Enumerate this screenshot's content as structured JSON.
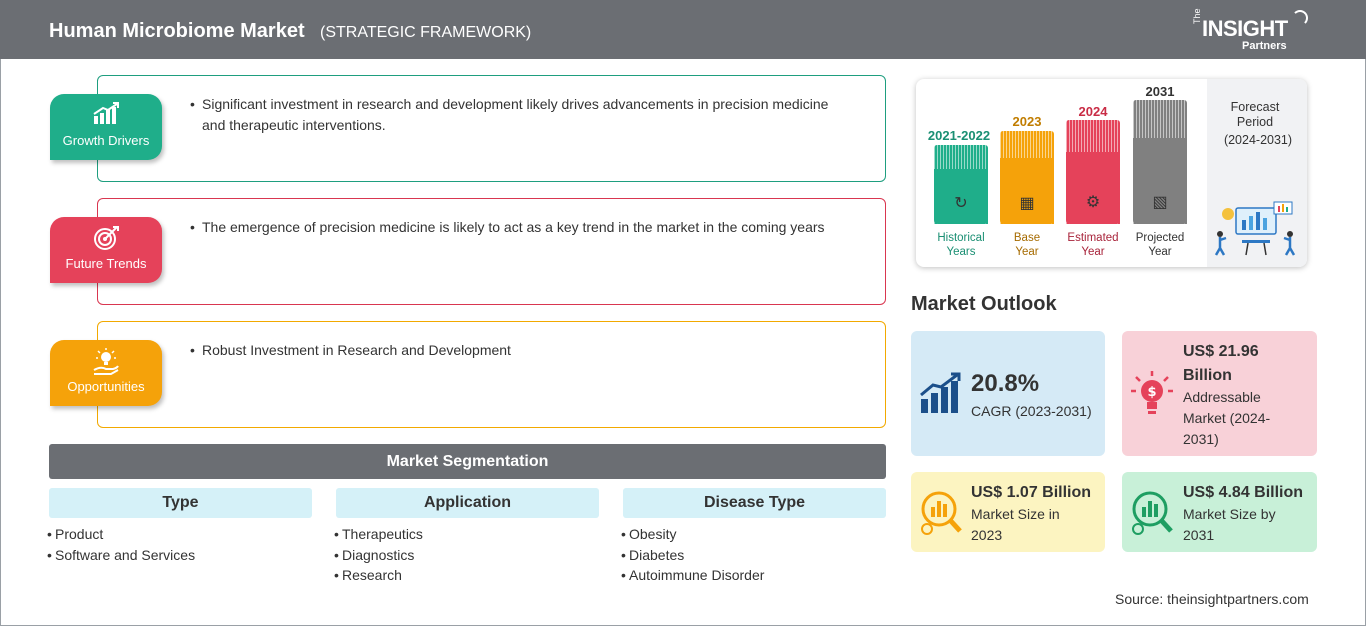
{
  "header": {
    "title": "Human Microbiome Market",
    "subtitle": "(STRATEGIC FRAMEWORK)",
    "logo": {
      "the": "The",
      "insight": "INSIGHT",
      "partners": "Partners"
    }
  },
  "framework": [
    {
      "label": "Growth Drivers",
      "icon": "growth-chart-icon",
      "color": "#1fae8a",
      "text": "Significant investment in research and development likely drives advancements in precision medicine and therapeutic interventions."
    },
    {
      "label": "Future Trends",
      "icon": "target-icon",
      "color": "#e5425a",
      "text": "The emergence of precision medicine is likely to act as a key trend in the market in the coming years"
    },
    {
      "label": "Opportunities",
      "icon": "lightbulb-hand-icon",
      "color": "#f5a20a",
      "text": "Robust Investment in Research and Development"
    }
  ],
  "segmentation": {
    "title": "Market Segmentation",
    "columns": [
      {
        "header": "Type",
        "items": [
          "Product",
          "Software and Services"
        ]
      },
      {
        "header": "Application",
        "items": [
          "Therapeutics",
          "Diagnostics",
          "Research"
        ]
      },
      {
        "header": "Disease Type",
        "items": [
          "Obesity",
          "Diabetes",
          "Autoimmune Disorder"
        ]
      }
    ]
  },
  "timeline": {
    "periods": [
      {
        "year": "2021-2022",
        "caption_line1": "Historical",
        "caption_line2": "Years",
        "color": "#1fae8a",
        "icon": "history-clock-icon"
      },
      {
        "year": "2023",
        "caption_line1": "Base",
        "caption_line2": "Year",
        "color": "#f5a20a",
        "icon": "calendar-icon"
      },
      {
        "year": "2024",
        "caption_line1": "Estimated",
        "caption_line2": "Year",
        "color": "#e5425a",
        "icon": "gears-chart-icon"
      },
      {
        "year": "2031",
        "caption_line1": "Projected",
        "caption_line2": "Year",
        "color": "#808080",
        "icon": "presentation-board-icon"
      }
    ],
    "forecast_label_line1": "Forecast",
    "forecast_label_line2": "Period",
    "forecast_range": "(2024-2031)"
  },
  "outlook": {
    "title": "Market Outlook",
    "cagr": {
      "value": "20.8%",
      "label": "CAGR (2023-2031)"
    },
    "addressable": {
      "value_line1": "US$ 21.96",
      "value_line2": "Billion",
      "label_line1": "Addressable",
      "label_line2": "Market (2024-",
      "label_line3": "2031)"
    },
    "size_2023": {
      "value": "US$ 1.07 Billion",
      "label_line1": "Market Size in",
      "label_line2": "2023"
    },
    "size_2031": {
      "value": "US$ 4.84 Billion",
      "label_line1": "Market Size by",
      "label_line2": "2031"
    }
  },
  "source": "Source: theinsightpartners.com"
}
